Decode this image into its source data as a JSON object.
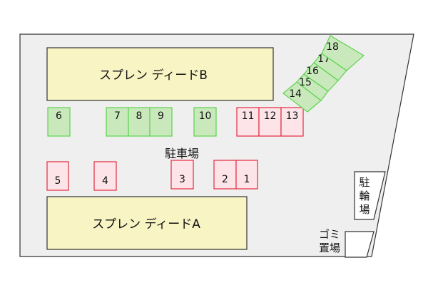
{
  "buildings": {
    "b": {
      "label": "スプレン ディードB"
    },
    "a": {
      "label": "スプレン ディードA"
    }
  },
  "parking_label": "駐車場",
  "bicycle_parking": {
    "label_lines": [
      "駐",
      "輪",
      "場"
    ]
  },
  "garbage_area": {
    "label_lines": [
      "ゴミ",
      "置場"
    ]
  },
  "spaces": [
    {
      "number": "6",
      "color": "green"
    },
    {
      "number": "7",
      "color": "green"
    },
    {
      "number": "8",
      "color": "green"
    },
    {
      "number": "9",
      "color": "green"
    },
    {
      "number": "10",
      "color": "green"
    },
    {
      "number": "11",
      "color": "red"
    },
    {
      "number": "12",
      "color": "red"
    },
    {
      "number": "13",
      "color": "red"
    },
    {
      "number": "5",
      "color": "red"
    },
    {
      "number": "4",
      "color": "red"
    },
    {
      "number": "3",
      "color": "red"
    },
    {
      "number": "2",
      "color": "red"
    },
    {
      "number": "1",
      "color": "red"
    },
    {
      "number": "14",
      "color": "green"
    },
    {
      "number": "15",
      "color": "green"
    },
    {
      "number": "16",
      "color": "green"
    },
    {
      "number": "17",
      "color": "green"
    },
    {
      "number": "18",
      "color": "green"
    }
  ],
  "colors": {
    "lot_fill": "#efefef",
    "building_fill": "#f8f4c4",
    "green_fill": "#c9e9bd",
    "green_stroke": "#5bd44d",
    "red_fill": "#fde4e8",
    "red_stroke": "#e32b3e"
  }
}
